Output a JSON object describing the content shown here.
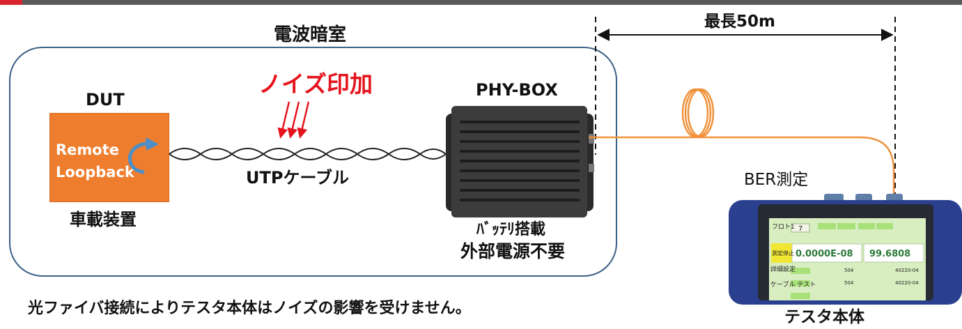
{
  "header_bar": {
    "color": "#5a5a5a",
    "accent_color": "#d9262c"
  },
  "labels": {
    "chamber": "電波暗室",
    "max_length": "最長50m",
    "noise": "ノイズ印加",
    "dut": "DUT",
    "remote_loopback_line1": "Remote",
    "remote_loopback_line2": "Loopback",
    "utp_cable": "UTPケーブル",
    "vehicle_device": "車載装置",
    "phy_box": "PHY-BOX",
    "battery": "ﾊﾞｯﾃﾘ搭載",
    "no_external_power": "外部電源不要",
    "ber_measurement": "BER測定",
    "tester_body": "テスタ本体",
    "footnote": "光ファイバ接続によりテスタ本体はノイズの影響を受けません。"
  },
  "tester_screen": {
    "button_stop": "測定停止",
    "ber_value": "0.0000E-08",
    "percent_value": "99.6808",
    "field_count": "7",
    "row_labels": [
      "フロト1",
      "詳細設定",
      "ケーブル テスト"
    ],
    "small_values": [
      "504",
      "40220-04",
      "504",
      "40220-04"
    ]
  },
  "colors": {
    "chamber_border": "#3b5f86",
    "dut_box": "#ef7d2e",
    "noise_text": "#e5141c",
    "noise_arrows": "#e5141c",
    "fiber": "#f0913a",
    "loopback_arrow": "#4a8fc7",
    "tester_frame": "#2b3f8f",
    "screen_background": "#d8eec0"
  },
  "icons": {
    "loopback": "curved-arrow-icon",
    "fiber_coil": "fiber-coil-icon",
    "dimension": "double-arrow-icon"
  }
}
